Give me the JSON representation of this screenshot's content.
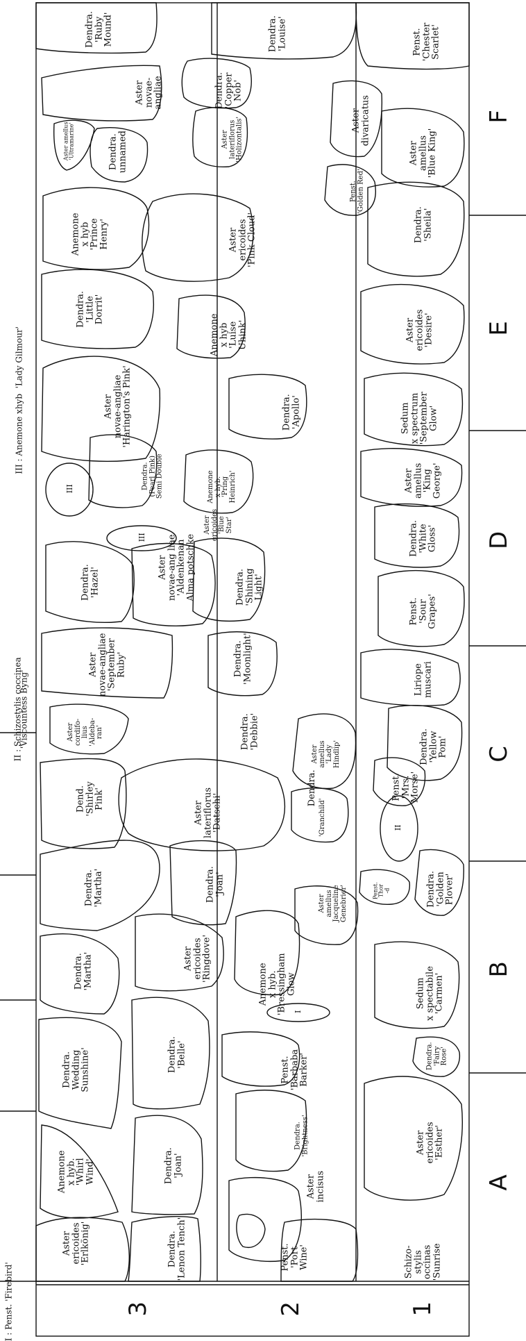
{
  "notes": {
    "n1": "I : Penst. 'Firebird'",
    "n2a": "II : Schizostylis coccinea",
    "n2b": "'Viscountess Byng'",
    "n3": "III : Anemone xhyb  'Lady Gilmour'"
  },
  "axis": {
    "columns": [
      "A",
      "B",
      "C",
      "D",
      "E",
      "F"
    ],
    "rows": [
      "3",
      "2",
      "1"
    ]
  },
  "markers": {
    "one": "I",
    "two": "II",
    "three": "III"
  },
  "plants": {
    "r3": [
      "Aster\nericoides\n'Erlkönig'",
      "Anemone\nx hyb.\n'Whirl\nWind'",
      "Dendra.\nWedding\nSunshine'",
      "Dendra.\n'Martha'",
      "Dendra.\n'Martha'",
      "Dend.\n'Shirley\nPink'",
      "Aster\ncordifo-\nlius\n'Aldeba-\nran'",
      "Aster\nnovae-angliae\n'September\nRuby'",
      "Dendra.\n'Hazel'",
      "Aster\nnovae-angliae\n'Harington's Pink'",
      "Dendra.\n'Little\nDorrit'",
      "Anemone\nx hyb\n'Prince\nHenry'",
      "Dendra.\nunnamed",
      "Aster amellus\n'Ultramarine'",
      "Aster\nnovae-\nangliae",
      "Dendra.\n'Ruby\nMound'"
    ],
    "r2": [
      "Dendra.\n'Lenon Tench'",
      "Dendra.\n'Joan'",
      "Dendra.\n'Belle'",
      "Aster\nericoides\n'Ringdove'",
      "Dendra.\n'Joan'",
      "Aster\nlateriflorus\n'Datschi'",
      "Aster\nnovae-ang liae\n'Aldenkenan\nAlma potschke",
      "Dendra.\n(Pearl Pink)\nSemi Double",
      "Aster\nericoides\n'Pink Cloud'",
      "Dendra.\n'Copper\nNob'",
      "Dendra.\n'Louise'",
      "Aster\nlateriflorus\n'Holizontalis'",
      "Anemone\nx hyb\n'Luise\nUhink'",
      "Dendra.\n'Apollo'",
      "Anemone\nx hyb.\n'Pring\nHeinrich'",
      "Aster\nericoides\n'Blue\nStar'",
      "Dendra.\n'Shining\nLight'",
      "Dendra.\n'Moonlight'",
      "Dendra.\n'Debbie'",
      "Aster\namellus\n'Lady\nHindlip'",
      "Dendra.",
      "'Granchild'",
      "Aster\namellus\nJacqueline\nGenebrier'",
      "Anemone\nx hyb.\n'Bressingham\nGlow",
      "Penst.\n'Barbaba\nBarker'",
      "Dendra.\n'Brightness'",
      "Aster\nincisus",
      "Penst.\n'Port\nWine'"
    ],
    "r1": [
      "Schizo-\nstylis\noccinas\n'Sunrise",
      "Aster\nericoides\n'Esther'",
      "Dendra.\n'Fairy\nRose'",
      "Sedum\nx spectabile\n'Carmen'",
      "Penst.\nThor\n-d",
      "Dendra.\n'Golden\nPlover'",
      "Penst.\n'Mrs.\nMorse'",
      "Dendra.\n'Yellow\nPom'",
      "Liriope\nmuscari",
      "Penst.\n'Sour\nGrapes'",
      "Dendra.\n'White\nGloss'",
      "Aster\namellus\n'King\nGeorge'",
      "Sedum\nx spectrum\n'September\nGlow'",
      "Aster\nericoides\n'Desire'",
      "Dendra.\n'Sheila'",
      "Penst.\n'Golden Red'",
      "Aster\namellus\n'Blue King'",
      "Aster\ndivaricatus",
      "Penst.\n'Chester\nScarlet'"
    ]
  }
}
